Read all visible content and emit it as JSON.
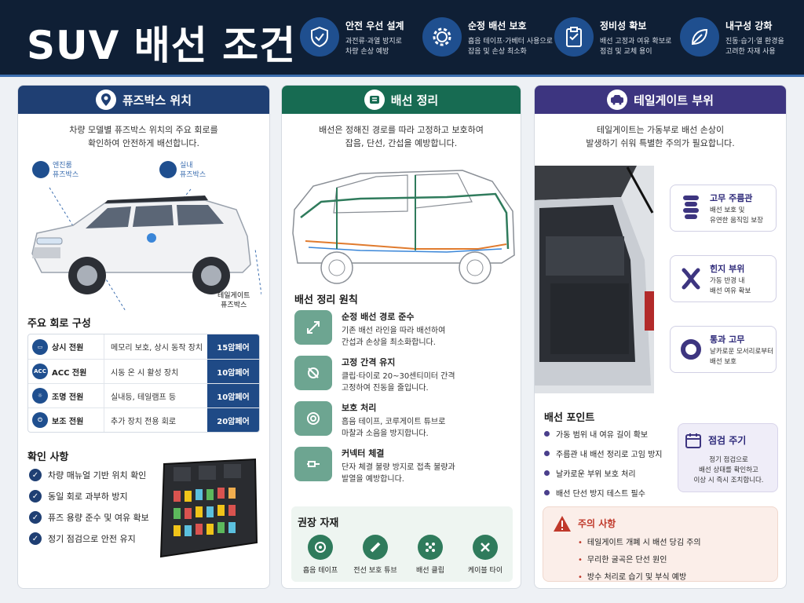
{
  "header": {
    "title": "SUV 배선 조건",
    "features": [
      {
        "icon": "shield-check-icon",
        "title": "안전 우선 설계",
        "desc": [
          "과전류·과열 방지로",
          "차량 손상 예방"
        ]
      },
      {
        "icon": "gear-icon",
        "title": "순정 배선 보호",
        "desc": [
          "흡음 테이프·가베터 사용으로",
          "잡음 및 손상 최소화"
        ]
      },
      {
        "icon": "clipboard-icon",
        "title": "정비성 확보",
        "desc": [
          "배선 고정과 여유 확보로",
          "점검 및 교체 용이"
        ]
      },
      {
        "icon": "leaf-icon",
        "title": "내구성 강화",
        "desc": [
          "진동·습기·열 환경을",
          "고려한 자재 사용"
        ]
      }
    ]
  },
  "card1": {
    "title": "퓨즈박스 위치",
    "intro": [
      "차량 모델별 퓨즈박스 위치의 주요 회로를",
      "확인하여 안전하게 배선합니다."
    ],
    "labels": {
      "engine": [
        "엔진룸",
        "퓨즈박스"
      ],
      "interior": [
        "실내",
        "퓨즈박스"
      ],
      "tailgate": [
        "테일게이트",
        "퓨즈박스"
      ]
    },
    "circuit_title": "주요 회로 구성",
    "circuits": [
      {
        "icon": "battery-icon",
        "badge": "▭",
        "name": "상시 전원",
        "desc": "메모리 보호, 상시 동작 장치",
        "amp": "15암페어"
      },
      {
        "icon": "acc-icon",
        "badge": "ACC",
        "name": "ACC 전원",
        "desc": "시동 온 시 활성 장치",
        "amp": "10암페어"
      },
      {
        "icon": "light-icon",
        "badge": "☼",
        "name": "조명 전원",
        "desc": "실내등, 테일램프 등",
        "amp": "10암페어"
      },
      {
        "icon": "power-icon",
        "badge": "⏻",
        "name": "보조 전원",
        "desc": "추가 장치 전용 회로",
        "amp": "20암페어"
      }
    ],
    "check_title": "확인 사항",
    "checks": [
      "차량 매뉴얼 기반 위치 확인",
      "동일 회로 과부하 방지",
      "퓨즈 용량 준수 및 여유 확보",
      "정기 점검으로 안전 유지"
    ]
  },
  "card2": {
    "title": "배선 정리",
    "intro": [
      "배선은 정해진 경로를 따라 고정하고 보호하여",
      "잡음, 단선, 간섭을 예방합니다."
    ],
    "principle_title": "배선 정리 원칙",
    "principles": [
      {
        "icon": "route-icon",
        "title": "순정 배선 경로 준수",
        "desc": [
          "기존 배선 라인을 따라 배선하여",
          "간섭과 손상을 최소화합니다."
        ]
      },
      {
        "icon": "clip-icon",
        "title": "고정 간격 유지",
        "desc": [
          "클립·타이로 20~30센티미터 간격",
          "고정하여 진동을 줄입니다."
        ]
      },
      {
        "icon": "tape-icon",
        "title": "보호 처리",
        "desc": [
          "흡음 테이프, 코루게이트 튜브로",
          "마찰과 소음을 방지합니다."
        ]
      },
      {
        "icon": "connector-icon",
        "title": "커넥터 체결",
        "desc": [
          "단자 체결 불량 방지로 접촉 불량과",
          "발열을 예방합니다."
        ]
      }
    ],
    "rec_title": "권장 자재",
    "materials": [
      {
        "icon": "tape-roll-icon",
        "label": "흡음 테이프"
      },
      {
        "icon": "tube-icon",
        "label": "전선 보호 튜브"
      },
      {
        "icon": "clip-icon",
        "label": "배선 클립"
      },
      {
        "icon": "tie-icon",
        "label": "케이블 타이"
      }
    ]
  },
  "card3": {
    "title": "테일게이트 부위",
    "intro": [
      "테일게이트는 가동부로 배선 손상이",
      "발생하기 쉬워 특별한 주의가 필요합니다."
    ],
    "sides": [
      {
        "icon": "bellows-icon",
        "title": "고무 주름관",
        "desc": [
          "배선 보호 및",
          "유연한 움직임 보장"
        ]
      },
      {
        "icon": "hinge-icon",
        "title": "힌지 부위",
        "desc": [
          "가동 반경 내",
          "배선 여유 확보"
        ]
      },
      {
        "icon": "grommet-icon",
        "title": "통과 고무",
        "desc": [
          "날카로운 모서리로부터",
          "배선 보호"
        ]
      }
    ],
    "point_title": "배선 포인트",
    "points": [
      "가동 범위 내 여유 길이 확보",
      "주름관 내 배선 정리로 고임 방지",
      "날카로운 부위 보호 처리",
      "배선 단선 방지 테스트 필수"
    ],
    "inspect": {
      "title": "점검 주기",
      "desc": [
        "정기 점검으로",
        "배선 상태를 확인하고",
        "이상 시 즉시 조치합니다."
      ]
    },
    "caution": {
      "title": "주의 사항",
      "items": [
        "테일게이트 개폐 시 배선 당김 주의",
        "무리한 굴곡은 단선 원인",
        "방수 처리로 습기 및 부식 예방"
      ]
    }
  },
  "colors": {
    "navy": "#1f3f73",
    "green": "#176b52",
    "purple": "#3d3580",
    "header_bg": "#0f1f35"
  }
}
